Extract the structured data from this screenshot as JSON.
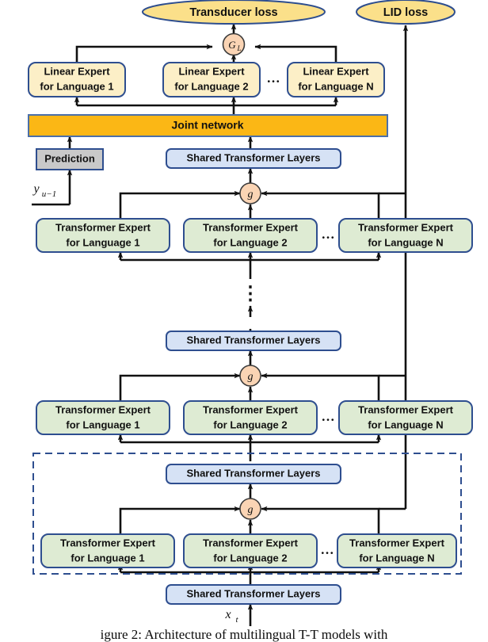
{
  "figure": {
    "caption": "igure 2: Architecture of multilingual T-T models with",
    "title": "Architecture of multilingual T-T models"
  },
  "colors": {
    "loss_fill": "#FBE08A",
    "loss_stroke": "#2E4E8F",
    "gate_fill": "#FAD4B4",
    "gate_stroke": "#3A3A3A",
    "linear_expert_fill": "#FCEFC7",
    "linear_expert_stroke": "#2E4E8F",
    "transformer_expert_fill": "#DEEBD3",
    "transformer_expert_stroke": "#2E4E8F",
    "shared_fill": "#D6E2F5",
    "shared_stroke": "#2E4E8F",
    "joint_fill": "#FBB715",
    "joint_stroke": "#4B6FA8",
    "prediction_fill": "#C9C9C9",
    "prediction_stroke": "#2E4E8F",
    "dashed_box_stroke": "#2E4E8F",
    "arrow": "#111111",
    "background": "#FFFFFF"
  },
  "losses": {
    "transducer": "Transducer loss",
    "lid": "LID loss"
  },
  "gates": {
    "output_gate": "Gₗ",
    "output_gate_plain": "G",
    "output_gate_sub": "L",
    "mixture_gate": "g"
  },
  "blocks": {
    "joint_network": "Joint network",
    "prediction": "Prediction",
    "shared_transformer": "Shared Transformer Layers"
  },
  "inputs": {
    "acoustic": "x",
    "acoustic_sub": "t",
    "label": "y",
    "label_sub": "u−1"
  },
  "ellipsis": {
    "horizontal": "…",
    "vertical": "⋮"
  },
  "linear_expert_row": {
    "row_name": "linear-expert-row",
    "experts": [
      {
        "line1": "Linear Expert",
        "line2": "for Language 1"
      },
      {
        "line1": "Linear Expert",
        "line2": "for Language 2"
      },
      {
        "line1": "Linear Expert",
        "line2": "for Language N"
      }
    ]
  },
  "transformer_expert_rows": [
    {
      "row_name": "transformer-expert-row-top",
      "experts": [
        {
          "line1": "Transformer Expert",
          "line2": "for Language 1"
        },
        {
          "line1": "Transformer Expert",
          "line2": "for Language 2"
        },
        {
          "line1": "Transformer Expert",
          "line2": "for Language N"
        }
      ]
    },
    {
      "row_name": "transformer-expert-row-middle",
      "experts": [
        {
          "line1": "Transformer Expert",
          "line2": "for Language 1"
        },
        {
          "line1": "Transformer Expert",
          "line2": "for Language 2"
        },
        {
          "line1": "Transformer Expert",
          "line2": "for Language N"
        }
      ]
    },
    {
      "row_name": "transformer-expert-row-bottom",
      "experts": [
        {
          "line1": "Transformer Expert",
          "line2": "for Language 1"
        },
        {
          "line1": "Transformer Expert",
          "line2": "for Language 2"
        },
        {
          "line1": "Transformer Expert",
          "line2": "for Language N"
        }
      ]
    }
  ],
  "shared_layer_instances": [
    {
      "name": "shared-transformer-encoder-top",
      "label": "Shared Transformer Layers"
    },
    {
      "name": "shared-transformer-encoder-middle",
      "label": "Shared Transformer Layers"
    },
    {
      "name": "shared-transformer-encoder-lower",
      "label": "Shared Transformer Layers"
    },
    {
      "name": "shared-transformer-encoder-input",
      "label": "Shared Transformer Layers"
    }
  ]
}
